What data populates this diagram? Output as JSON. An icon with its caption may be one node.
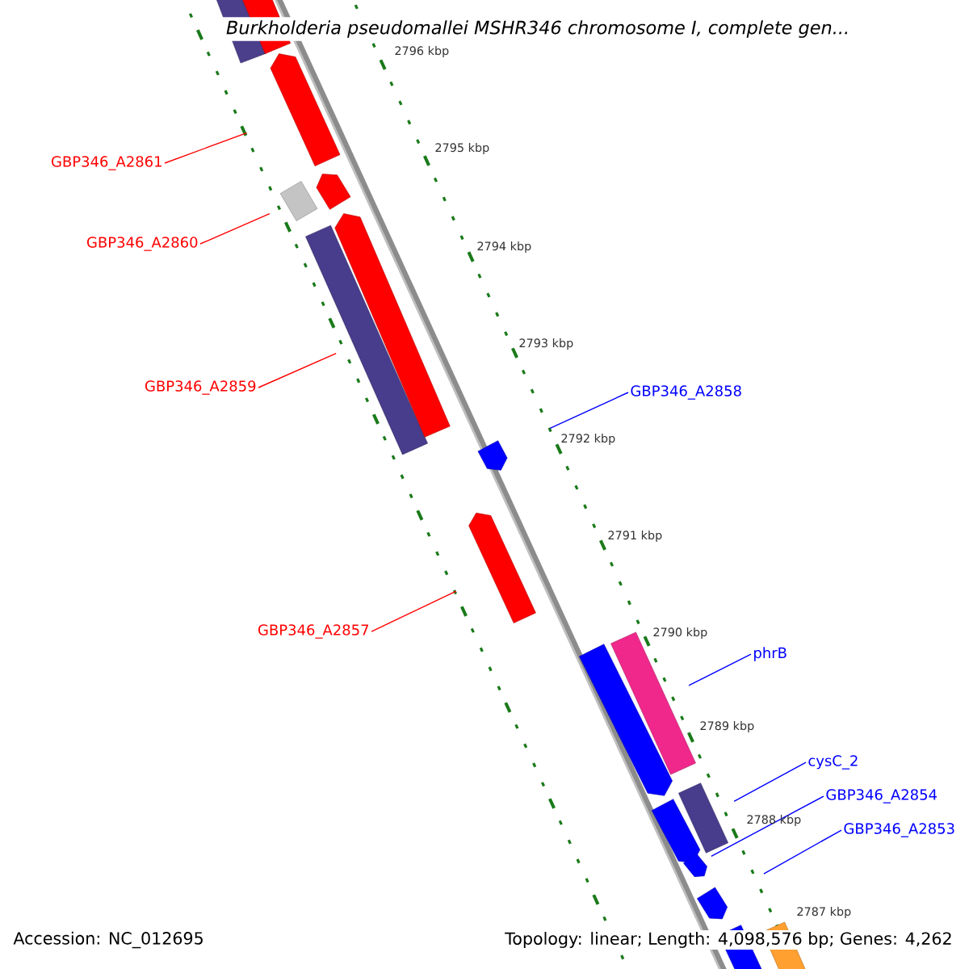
{
  "diagram": {
    "title": "Burkholderia pseudomallei MSHR346 chromosome I, complete gen...",
    "nodes": [
      {
        "text": [
          "GBP346_A2861"
        ]
      },
      {
        "text": [
          "GBP346_A2860"
        ]
      },
      {
        "text": [
          "GBP346_A2859"
        ]
      },
      {
        "text": [
          "GBP346_A2857"
        ]
      },
      {
        "text": [
          "GBP346_A2858"
        ]
      },
      {
        "text": [
          "phrB"
        ]
      },
      {
        "text": [
          "cysC_2"
        ]
      },
      {
        "text": [
          "GBP346_A2854"
        ]
      },
      {
        "text": [
          "GBP346_A2853"
        ]
      },
      {
        "text": [],
        "shape": "bar"
      },
      {
        "text": [],
        "shape": "bar"
      },
      {
        "text": [],
        "shape": "bar"
      },
      {
        "text": [],
        "shape": "bar"
      },
      {
        "text": [],
        "shape": "bar"
      },
      {
        "text": [],
        "shape": "bar"
      },
      {
        "text": [],
        "shape": "bar"
      },
      {
        "text": [],
        "shape": "bar"
      },
      {
        "text": [],
        "shape": "bar"
      },
      {
        "text": [],
        "shape": "bar"
      },
      {
        "text": [],
        "shape": "bar"
      },
      {
        "text": [],
        "shape": "bar"
      },
      {
        "text": [],
        "shape": "bar"
      },
      {
        "text": [],
        "shape": "bar"
      },
      {
        "text": [],
        "shape": "bar"
      },
      {
        "text": [],
        "shape": "bar"
      },
      {
        "text": [],
        "shape": "bar"
      }
    ],
    "edges": [
      {
        "from": 0,
        "to": 11,
        "arrow": "none",
        "color": "#ff0000"
      },
      {
        "from": 1,
        "to": 12,
        "arrow": "none",
        "color": "#ff0000"
      },
      {
        "from": 2,
        "to": 14,
        "arrow": "none",
        "color": "#ff0000"
      },
      {
        "from": 3,
        "to": 17,
        "arrow": "none",
        "color": "#ff0000"
      },
      {
        "from": 4,
        "to": 16,
        "arrow": "none",
        "color": "#0000ff"
      },
      {
        "from": 5,
        "to": 19,
        "arrow": "none",
        "color": "#0000ff"
      },
      {
        "from": 6,
        "to": 20,
        "arrow": "none",
        "color": "#0000ff"
      },
      {
        "from": 7,
        "to": 22,
        "arrow": "none",
        "color": "#0000ff"
      },
      {
        "from": 8,
        "to": 23,
        "arrow": "none",
        "color": "#0000ff"
      }
    ],
    "labels": [
      "2796 kbp",
      "2795 kbp",
      "2794 kbp",
      "2793 kbp",
      "2792 kbp",
      "2791 kbp",
      "2790 kbp",
      "2789 kbp",
      "2788 kbp",
      "2787 kbp",
      "Accession: NC_012695",
      "Topology: linear; Length: 4,098,576 bp; Genes: 4,262"
    ]
  }
}
